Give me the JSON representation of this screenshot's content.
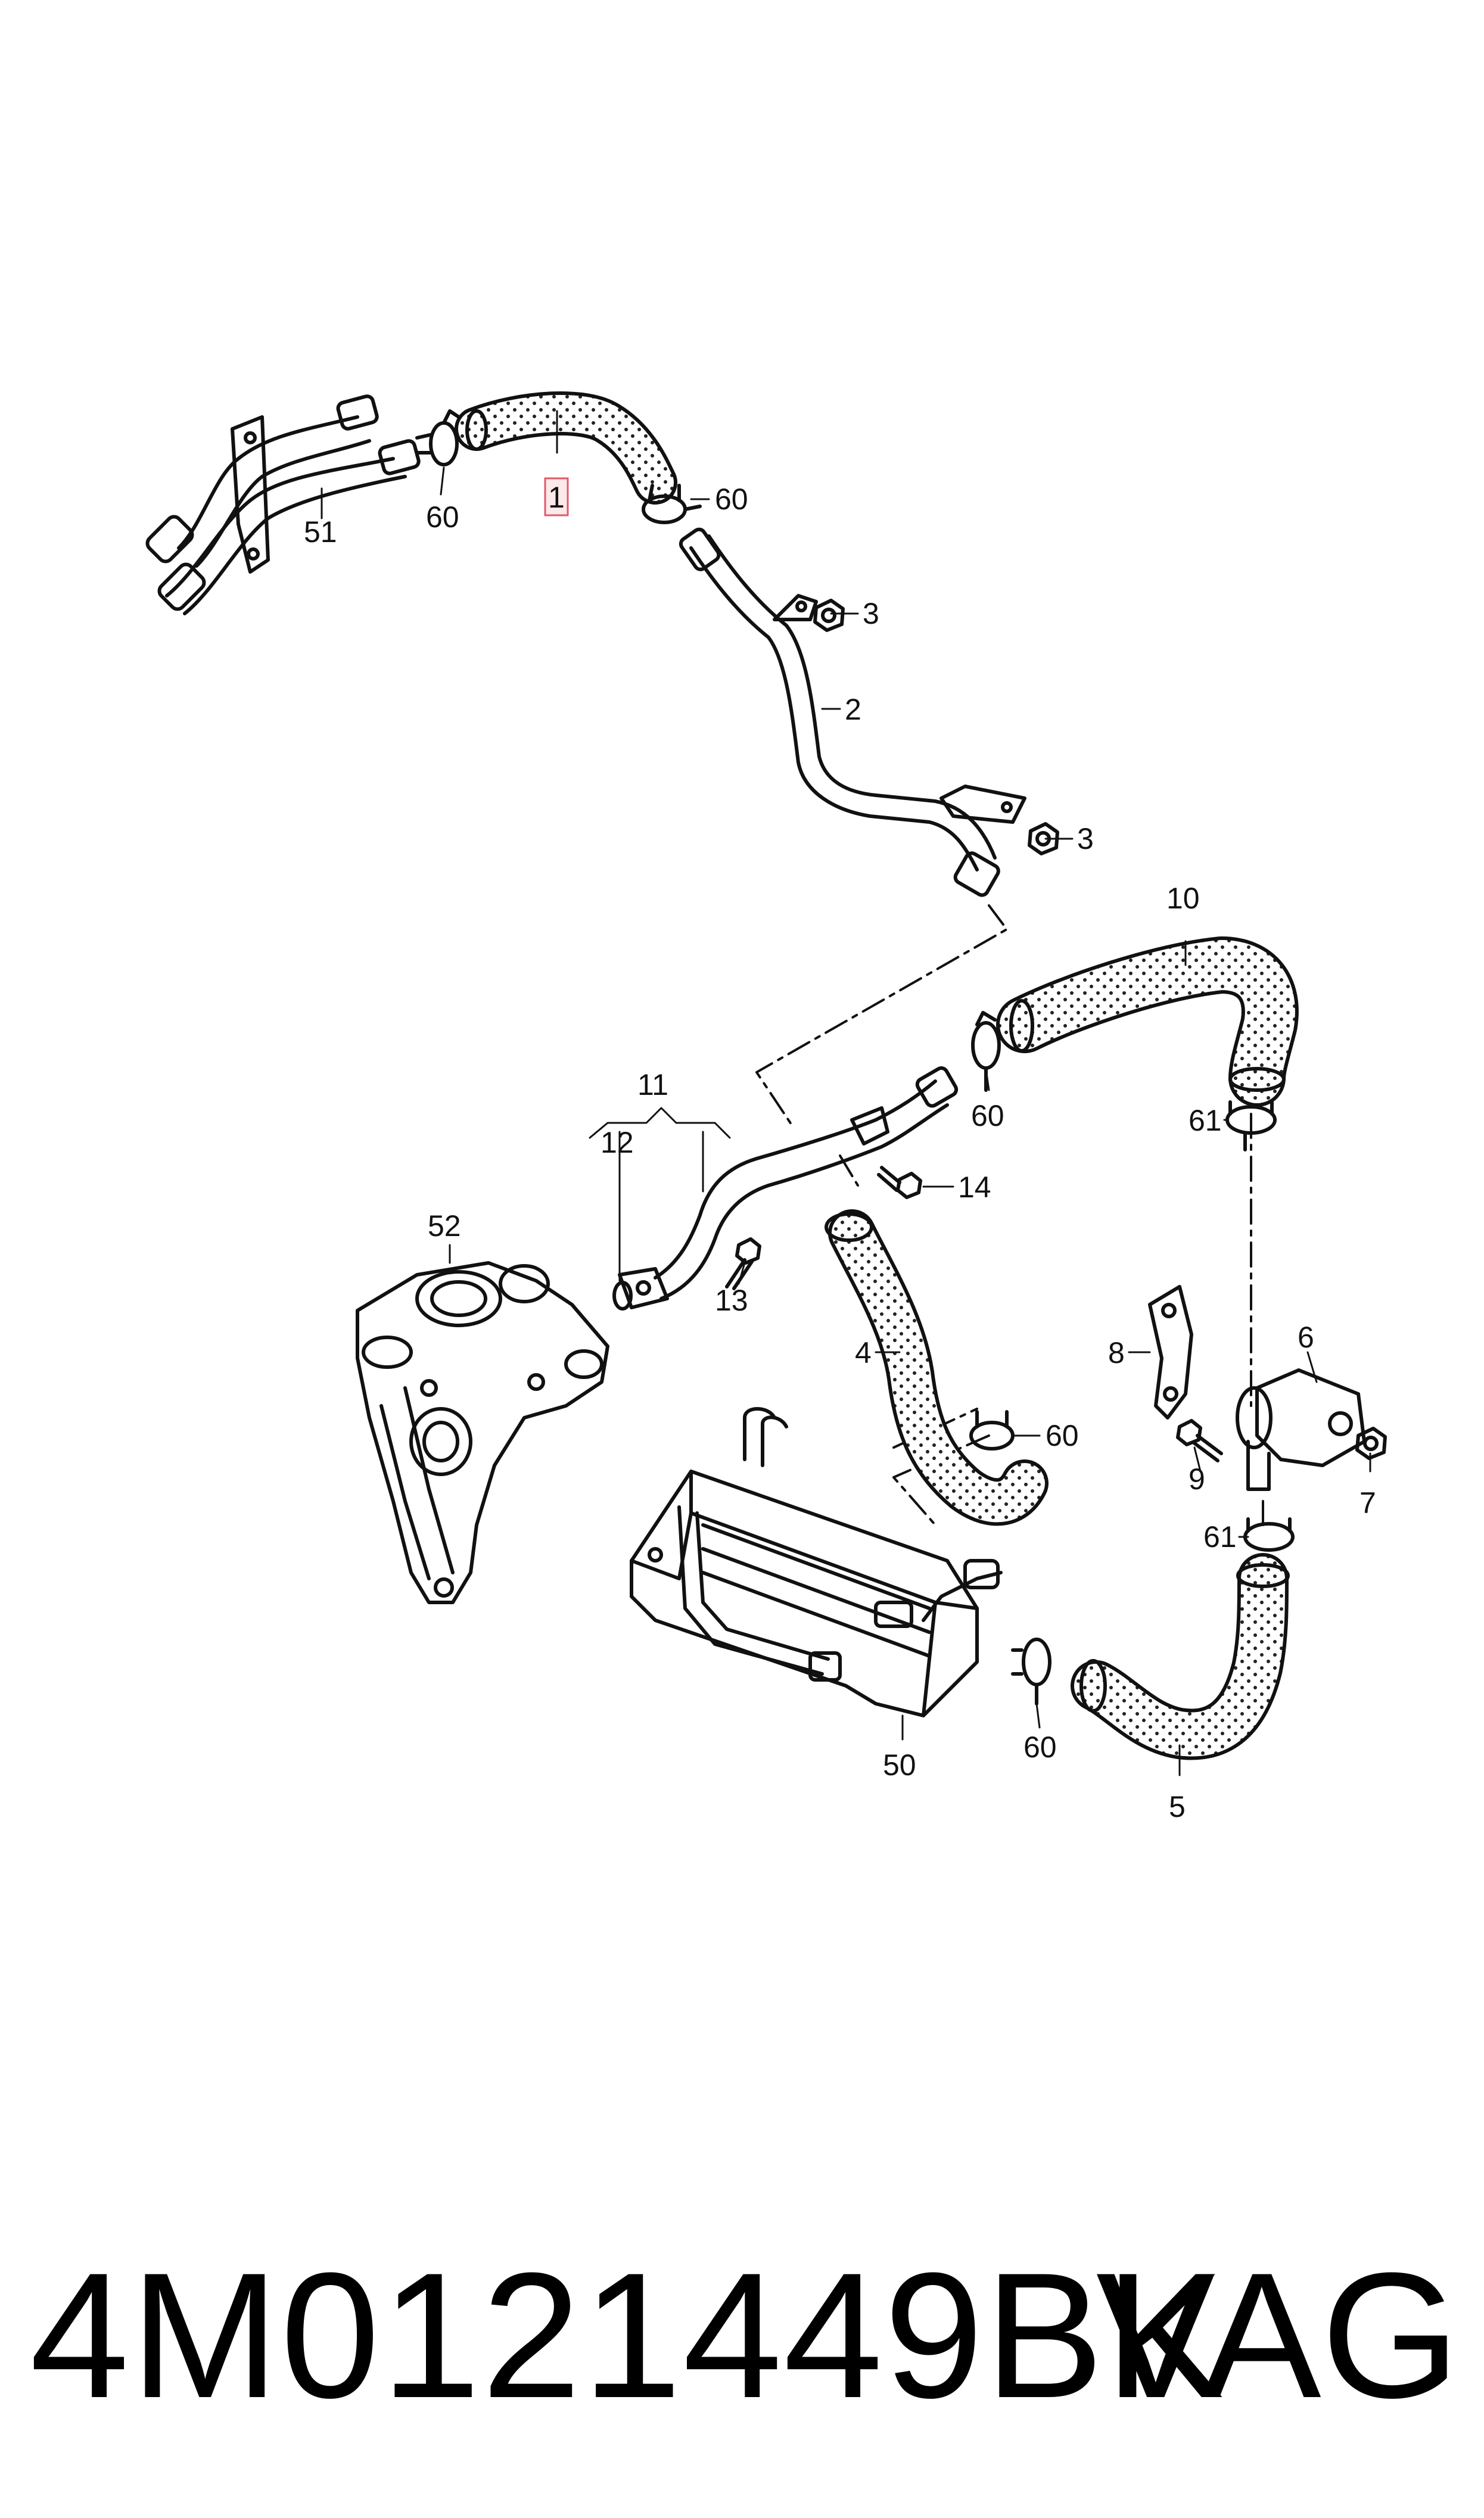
{
  "callouts": [
    {
      "id": "c1",
      "text": "1"
    },
    {
      "id": "c2",
      "text": "2"
    },
    {
      "id": "c3a",
      "text": "3"
    },
    {
      "id": "c3b",
      "text": "3"
    },
    {
      "id": "c4",
      "text": "4"
    },
    {
      "id": "c5",
      "text": "5"
    },
    {
      "id": "c6",
      "text": "6"
    },
    {
      "id": "c7",
      "text": "7"
    },
    {
      "id": "c8",
      "text": "8"
    },
    {
      "id": "c9",
      "text": "9"
    },
    {
      "id": "c10",
      "text": "10"
    },
    {
      "id": "c11",
      "text": "11"
    },
    {
      "id": "c12",
      "text": "12"
    },
    {
      "id": "c13",
      "text": "13"
    },
    {
      "id": "c14",
      "text": "14"
    },
    {
      "id": "c50",
      "text": "50"
    },
    {
      "id": "c51",
      "text": "51"
    },
    {
      "id": "c52",
      "text": "52"
    },
    {
      "id": "c60a",
      "text": "60"
    },
    {
      "id": "c60b",
      "text": "60"
    },
    {
      "id": "c60c",
      "text": "60"
    },
    {
      "id": "c60d",
      "text": "60"
    },
    {
      "id": "c60e",
      "text": "60"
    },
    {
      "id": "c61a",
      "text": "61"
    },
    {
      "id": "c61b",
      "text": "61"
    }
  ],
  "highlighted_callout": "1",
  "part_number": "4M0121449BK",
  "brand": "VAG",
  "colors": {
    "line": "#111111",
    "highlight_border": "#e05a6a",
    "highlight_fill": "#fde8ea",
    "background": "#ffffff"
  }
}
